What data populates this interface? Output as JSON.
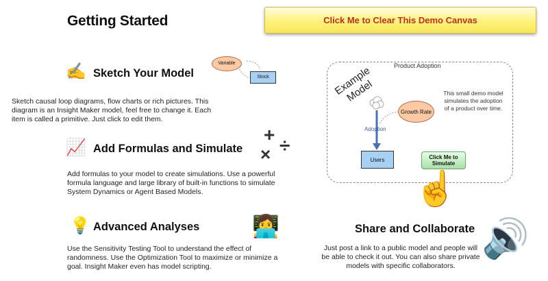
{
  "header": {
    "title": "Getting Started"
  },
  "clear_button": {
    "label": "Click Me to Clear This Demo Canvas"
  },
  "sections": [
    {
      "icon": "✍",
      "title": "Sketch Your Model",
      "text": "Sketch causal loop diagrams, flow charts or rich pictures. This diagram is an Insight Maker model, feel free to change it. Each item is called a primitive. Just click to edit them."
    },
    {
      "icon": "📈",
      "title": "Add Formulas and Simulate",
      "text": "Add formulas to your model to create simulations. Use a powerful formula language and large library of built-in functions to simulate System Dynamics or Agent Based Models."
    },
    {
      "icon": "💡",
      "title": "Advanced Analyses",
      "text": "Use the Sensitivity Testing Tool to understand the effect of randomness. Use the Optimization Tool to maximize or minimize a goal. Insight Maker even has model scripting."
    }
  ],
  "mini_diagram": {
    "variable": "Variable",
    "stock": "Stock"
  },
  "math_symbols": {
    "plus": "+",
    "times": "×",
    "divide": "÷"
  },
  "analyst_icon": "👩‍💻",
  "demo": {
    "title": "Product Adoption",
    "example_label": "Example Model",
    "description": "This small demo model simulates the adoption of a product over time.",
    "growth_rate": "Growth Rate",
    "adoption": "Adoption",
    "users": "Users",
    "simulate_button": "Click Me to Simulate"
  },
  "pointer_icon": "☝",
  "share": {
    "title": "Share and Collaborate",
    "text": "Just post a link to a public model and people will be able to check it out. You can also share private models with specific collaborators."
  },
  "speaker_icon": "🔊",
  "colors": {
    "clear_text": "#c22f1a",
    "stock_fill": "#a8d0f2",
    "variable_fill": "#fbc9a4",
    "flow": "#4a6fb4"
  }
}
